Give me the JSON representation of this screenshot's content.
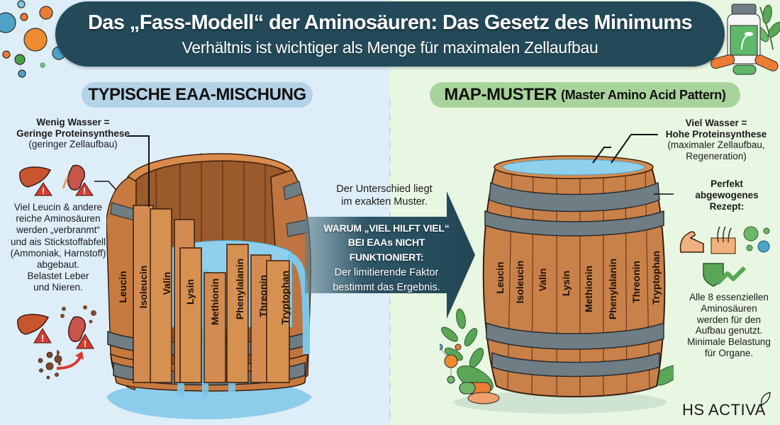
{
  "header": {
    "title": "Das „Fass-Modell“ der Aminosäuren: Das Gesetz des Minimums",
    "subtitle": "Verhältnis ist wichtiger als Menge für maximalen Zellaufbau"
  },
  "left": {
    "pill_label": "TYPISCHE EAA-MISCHUNG",
    "water_callout": {
      "line1": "Wenig Wasser =",
      "line2": "Geringe Proteinsynthese",
      "line3": "(geringer Zellaufbau)"
    },
    "organ_text": {
      "line1": "Viel Leucin & andere",
      "line2": "reiche Aminosäuren",
      "line3": "werden „verbranmt“",
      "line4": "und ais Stickstoffabfell",
      "line5": "(Ammoniak, Harnstoff)",
      "line6": "abgebaut.",
      "line7": "Belastet Leber",
      "line8": "und Nieren."
    },
    "staves": [
      "Leucin",
      "Isoleucin",
      "Valin",
      "Lysin",
      "Methionin",
      "Phenylalanin",
      "Threonin",
      "Tryptophan"
    ],
    "icons": [
      "liver-warning-icon",
      "kidney-warning-icon",
      "liver-warning-icon",
      "kidney-waste-icon"
    ]
  },
  "center": {
    "top_text_line1": "Der Unterschied liegt",
    "top_text_line2": "im exakten Muster.",
    "arrow_heading_line1": "WARUM „VIEL HILFT VIEL“",
    "arrow_heading_line2": "BEI EAAs NICHT FUNKTIONIERT:",
    "arrow_body_line1": "Der limitierende Faktor",
    "arrow_body_line2": "bestimmt das Ergebnis."
  },
  "right": {
    "pill_label": "MAP-MUSTER",
    "pill_sub": "(Master Amino Acid Pattern)",
    "water_callout": {
      "line1": "Viel Wasser =",
      "line2": "Hohe Proteinsynthese",
      "line3": "(maximaler Zellaufbau,",
      "line4": "Regeneration)"
    },
    "recipe": {
      "line1": "Perfekt",
      "line2": "abgewogenes",
      "line3": "Rezept:"
    },
    "benefit_text": {
      "line1": "Alle 8 essenziellen",
      "line2": "Aminosäuren",
      "line3": "werden für den",
      "line4": "Aufbau genutzt.",
      "line5": "Minimale Belastung",
      "line6": "für Organe."
    },
    "staves": [
      "Leucin",
      "Isoleucin",
      "Valin",
      "Lysin",
      "Methionin",
      "Phenylalanin",
      "Threonin",
      "Tryptophan"
    ],
    "icons": [
      "muscle-icon",
      "skin-hair-icon",
      "cells-icon",
      "shield-check-icon"
    ]
  },
  "logo": {
    "brand_part1": "HS",
    "brand_part2": "ACTIVA"
  },
  "colors": {
    "header_bg": "#244a5a",
    "left_bg": "#deeef9",
    "right_bg": "#e8f7e2",
    "left_pill": "#b5d3e7",
    "right_pill": "#a9d39c",
    "wood": "#c9814a",
    "wood_dark": "#8a4c24",
    "hoop": "#6f7d84",
    "water": "#7cc7e8"
  }
}
